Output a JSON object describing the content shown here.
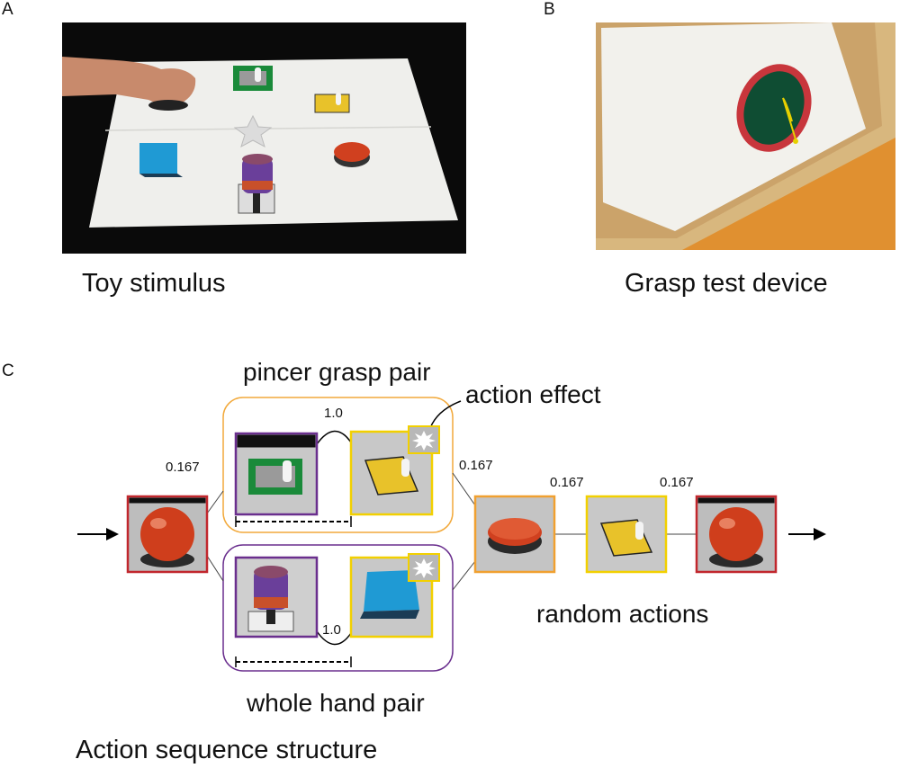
{
  "panels": {
    "a": {
      "letter": "A",
      "caption": "Toy stimulus"
    },
    "b": {
      "letter": "B",
      "caption": "Grasp test device"
    },
    "c": {
      "letter": "C",
      "caption": "Action sequence structure"
    }
  },
  "diagram": {
    "pincer_label": "pincer grasp pair",
    "whole_hand_label": "whole hand pair",
    "action_effect_label": "action effect",
    "random_actions_label": "random actions",
    "probabilities": {
      "start_to_pairs": "0.167",
      "pincer_link": "1.0",
      "pairs_to_random": "0.167",
      "random_link_1": "0.167",
      "random_link_2": "0.167",
      "whole_hand_link": "1.0"
    }
  },
  "colors": {
    "red_frame": "#c1272d",
    "purple_frame": "#6a2f8e",
    "yellow_frame": "#f2d000",
    "orange_frame": "#f0a030",
    "orange_box": "#f2a93b",
    "purple_box": "#6a2f8e",
    "toy_board": "#f1f1ef",
    "green_square": "#1a8a3a",
    "yellow_square": "#e8c22a",
    "blue_square": "#1f9ad4",
    "red_button": "#d0401f",
    "grasp_green": "#0f4d33",
    "grasp_red": "#c8363c",
    "wood": "#d8b77e",
    "floor": "#e09030"
  }
}
